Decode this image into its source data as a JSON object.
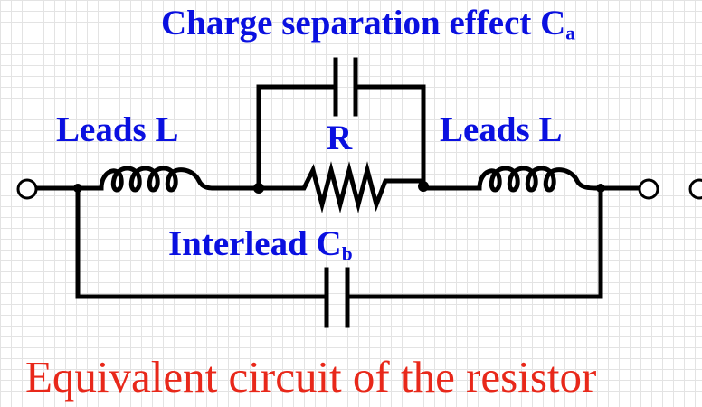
{
  "labels": {
    "charge_separation": "Charge separation effect C",
    "charge_separation_sub": "a",
    "leads_left": "Leads L",
    "leads_right": "Leads L",
    "resistor": "R",
    "interlead": "Interlead C",
    "interlead_sub": "b"
  },
  "caption": "Equivalent circuit  of the resistor",
  "colors": {
    "label": "#0a10e0",
    "caption": "#e8281a",
    "wire": "#000000",
    "grid": "#e3e3e3"
  }
}
